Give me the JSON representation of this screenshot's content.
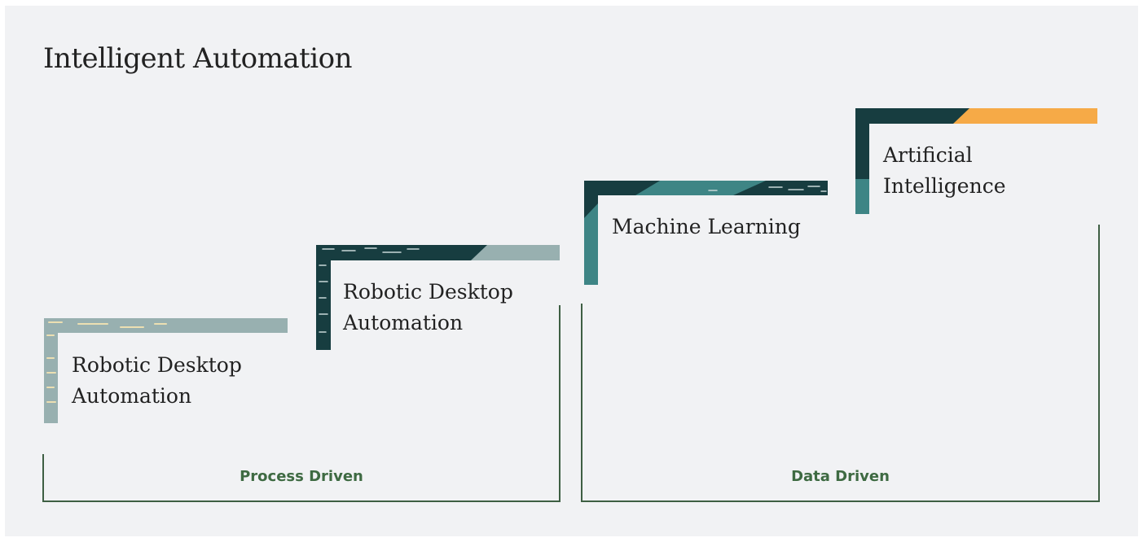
{
  "title": "Intelligent Automation",
  "steps": [
    {
      "label_line1": "Robotic Desktop",
      "label_line2": "Automation"
    },
    {
      "label_line1": "Robotic Desktop",
      "label_line2": "Automation"
    },
    {
      "label_line1": "Machine Learning",
      "label_line2": ""
    },
    {
      "label_line1": "Artificial",
      "label_line2": "Intelligence"
    }
  ],
  "groups": [
    {
      "label": "Process Driven"
    },
    {
      "label": "Data Driven"
    }
  ],
  "colors": {
    "background": "#f1f2f4",
    "dark_teal": "#173d40",
    "mid_teal": "#3e8585",
    "light_slate": "#98b0b0",
    "accent_orange": "#f6aa47",
    "bracket_green": "#3e5f43",
    "cream_dash": "#ecdfb2"
  }
}
